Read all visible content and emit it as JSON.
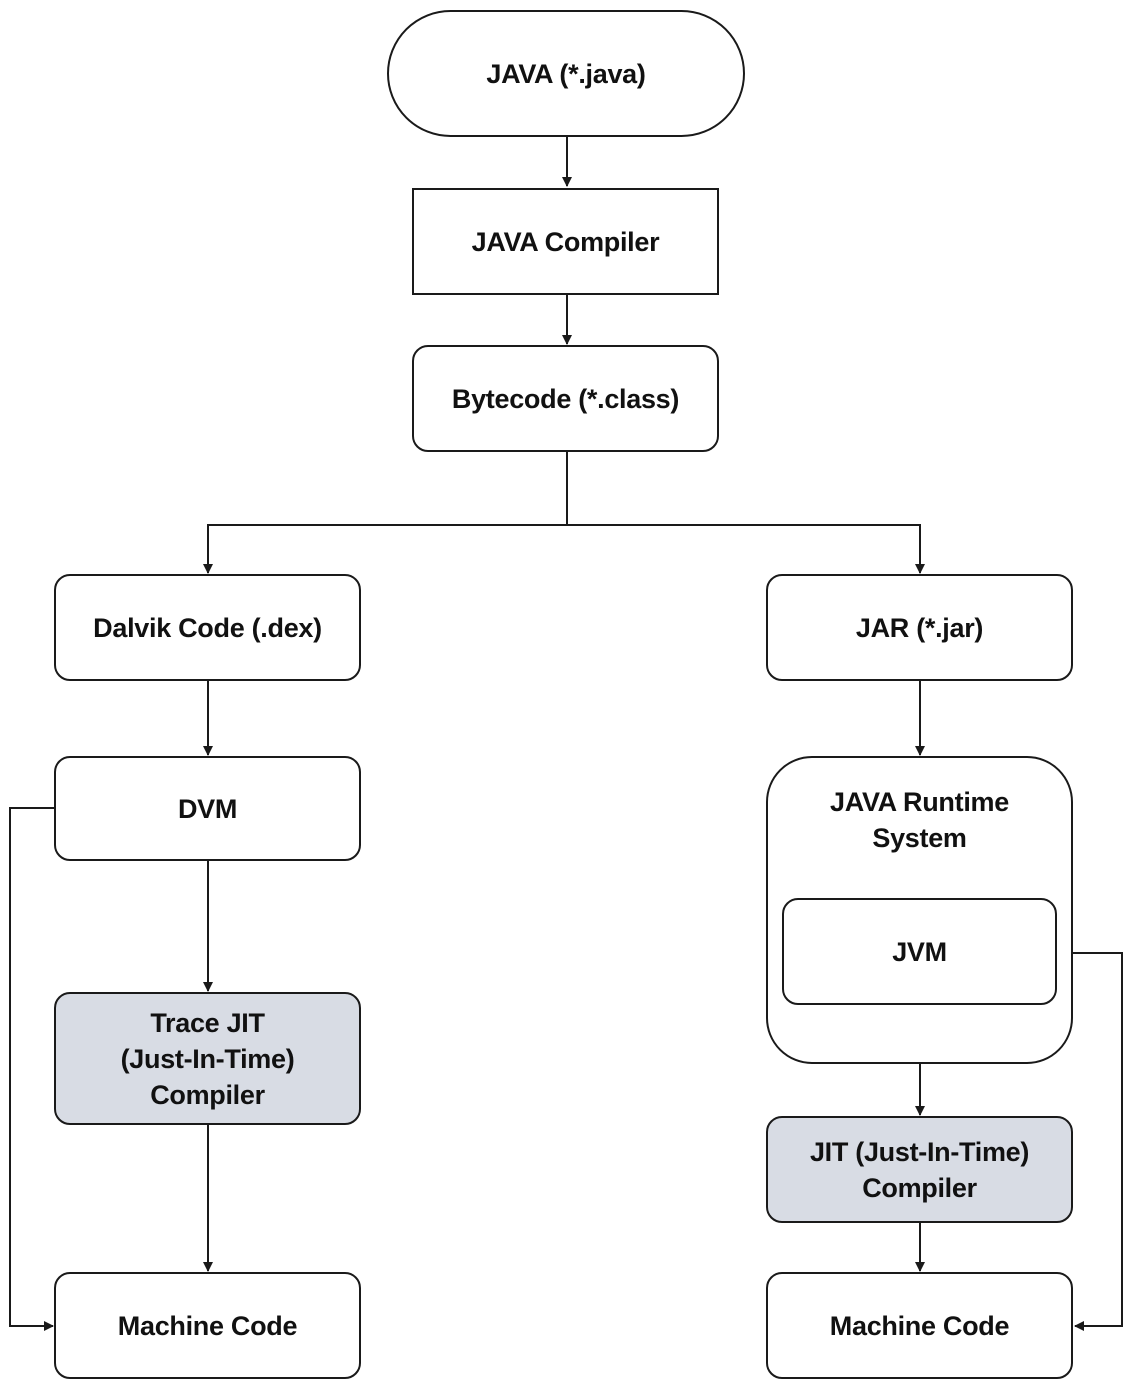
{
  "nodes": {
    "java_source": "JAVA (*.java)",
    "java_compiler": "JAVA Compiler",
    "bytecode": "Bytecode (*.class)",
    "dalvik_code": "Dalvik Code (.dex)",
    "dvm": "DVM",
    "trace_jit": [
      "Trace JIT",
      "(Just-In-Time)",
      "Compiler"
    ],
    "machine_code_left": "Machine Code",
    "jar": "JAR (*.jar)",
    "java_runtime": [
      "JAVA Runtime",
      "System"
    ],
    "jvm": "JVM",
    "jit_compiler": [
      "JIT (Just-In-Time)",
      "Compiler"
    ],
    "machine_code_right": "Machine Code"
  },
  "colors": {
    "stroke": "#1a1a1a",
    "shaded_fill": "#d8dce4"
  }
}
